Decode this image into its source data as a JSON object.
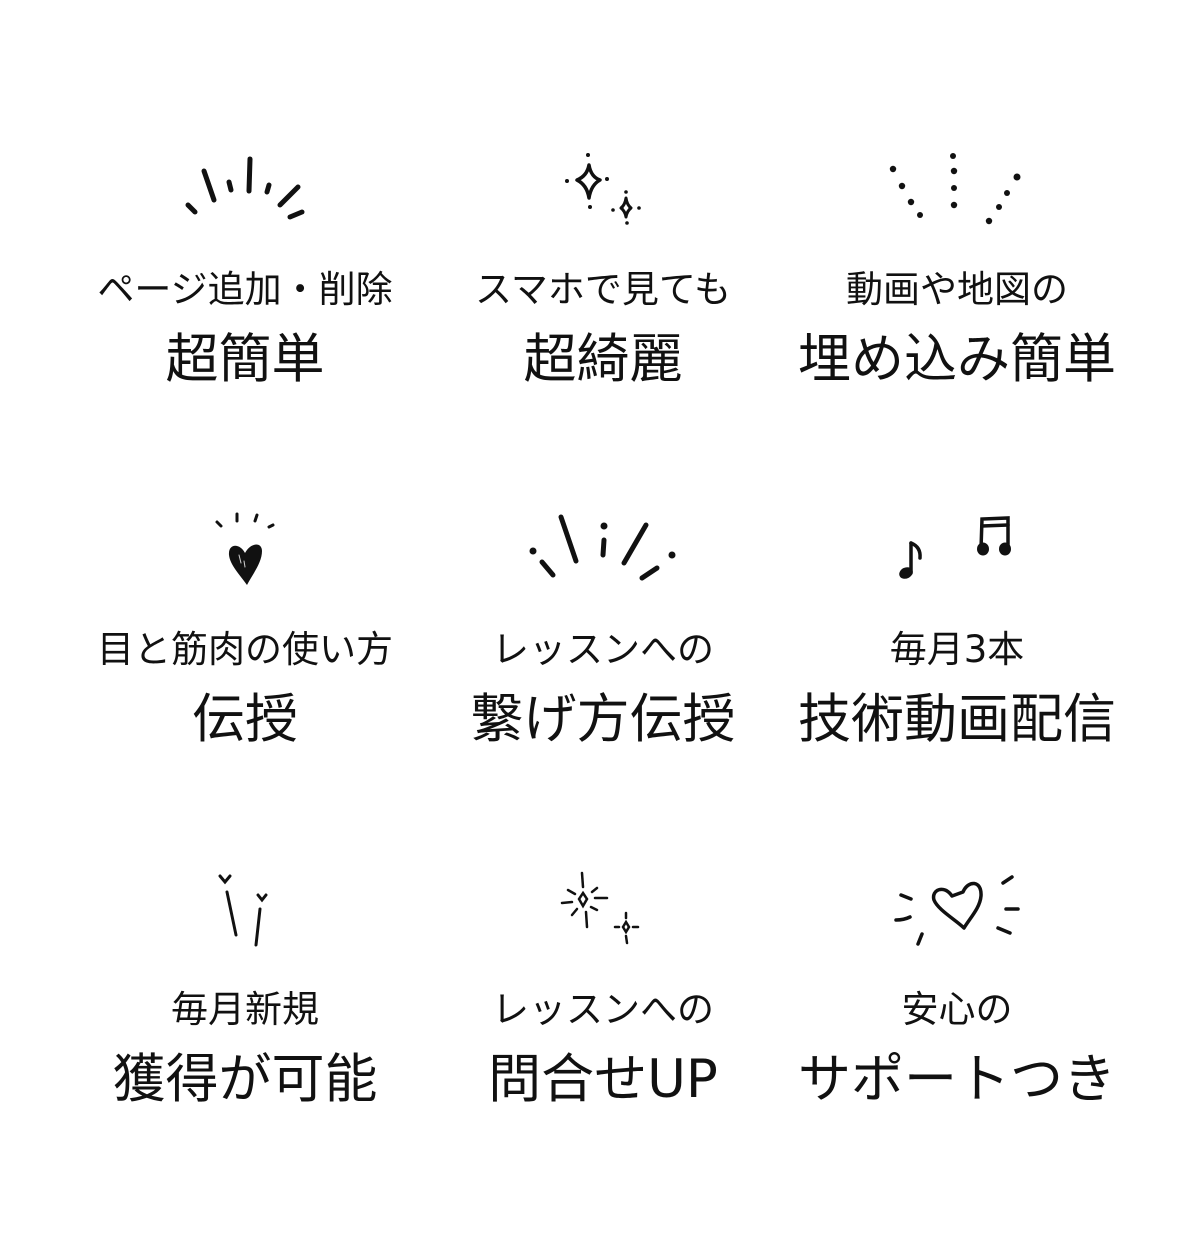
{
  "colors": {
    "background": "#ffffff",
    "ink": "#111111"
  },
  "features": [
    {
      "icon": "radiating-lines-icon",
      "subtitle": "ページ追加・削除",
      "headline": "超簡単"
    },
    {
      "icon": "sparkle-icon",
      "subtitle": "スマホで見ても",
      "headline": "超綺麗"
    },
    {
      "icon": "dotted-rays-icon",
      "subtitle": "動画や地図の",
      "headline": "埋め込み簡単"
    },
    {
      "icon": "heart-filled-icon",
      "subtitle": "目と筋肉の使い方",
      "headline": "伝授"
    },
    {
      "icon": "burst-lines-icon",
      "subtitle": "レッスンへの",
      "headline": "繋げ方伝授"
    },
    {
      "icon": "music-notes-icon",
      "subtitle": "毎月3本",
      "headline": "技術動画配信"
    },
    {
      "icon": "heart-sprouts-icon",
      "subtitle": "毎月新規",
      "headline": "獲得が可能"
    },
    {
      "icon": "twinkle-icon",
      "subtitle": "レッスンへの",
      "headline": "問合せUP"
    },
    {
      "icon": "heart-outline-icon",
      "subtitle": "安心の",
      "headline": "サポートつき"
    }
  ]
}
